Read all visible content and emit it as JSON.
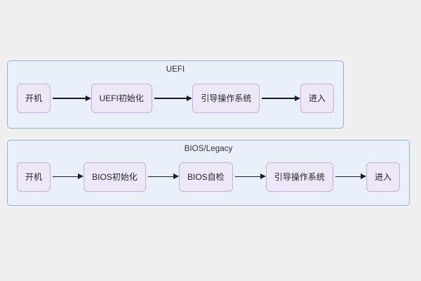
{
  "page": {
    "background_color": "#f0f0f0",
    "type": "flowchart"
  },
  "theme": {
    "subgraph_fill": "#eaf0fa",
    "subgraph_border": "#92b4d6",
    "node_fill": "#ece8f8",
    "node_border": "#c0aee4",
    "node_text": "#232328",
    "arrow_color": "#1b1b1f",
    "title_text": "#2f2f35"
  },
  "diagram": {
    "groups": [
      {
        "id": "uefi",
        "title": "UEFI",
        "nodes": [
          {
            "id": "uefi-n1",
            "label": "开机"
          },
          {
            "id": "uefi-n2",
            "label": "UEFI初始化"
          },
          {
            "id": "uefi-n3",
            "label": "引导操作系统"
          },
          {
            "id": "uefi-n4",
            "label": "进入"
          }
        ],
        "edges": [
          {
            "from": "uefi-n1",
            "to": "uefi-n2",
            "arrow": "arrow-right-icon"
          },
          {
            "from": "uefi-n2",
            "to": "uefi-n3",
            "arrow": "arrow-right-icon"
          },
          {
            "from": "uefi-n3",
            "to": "uefi-n4",
            "arrow": "arrow-right-icon"
          }
        ]
      },
      {
        "id": "bios",
        "title": "BIOS/Legacy",
        "nodes": [
          {
            "id": "bios-n1",
            "label": "开机"
          },
          {
            "id": "bios-n2",
            "label": "BIOS初始化"
          },
          {
            "id": "bios-n3",
            "label": "BIOS自检"
          },
          {
            "id": "bios-n4",
            "label": "引导操作系统"
          },
          {
            "id": "bios-n5",
            "label": "进入"
          }
        ],
        "edges": [
          {
            "from": "bios-n1",
            "to": "bios-n2",
            "arrow": "arrow-right-icon"
          },
          {
            "from": "bios-n2",
            "to": "bios-n3",
            "arrow": "arrow-right-icon"
          },
          {
            "from": "bios-n3",
            "to": "bios-n4",
            "arrow": "arrow-right-icon"
          },
          {
            "from": "bios-n4",
            "to": "bios-n5",
            "arrow": "arrow-right-icon"
          }
        ]
      }
    ]
  }
}
